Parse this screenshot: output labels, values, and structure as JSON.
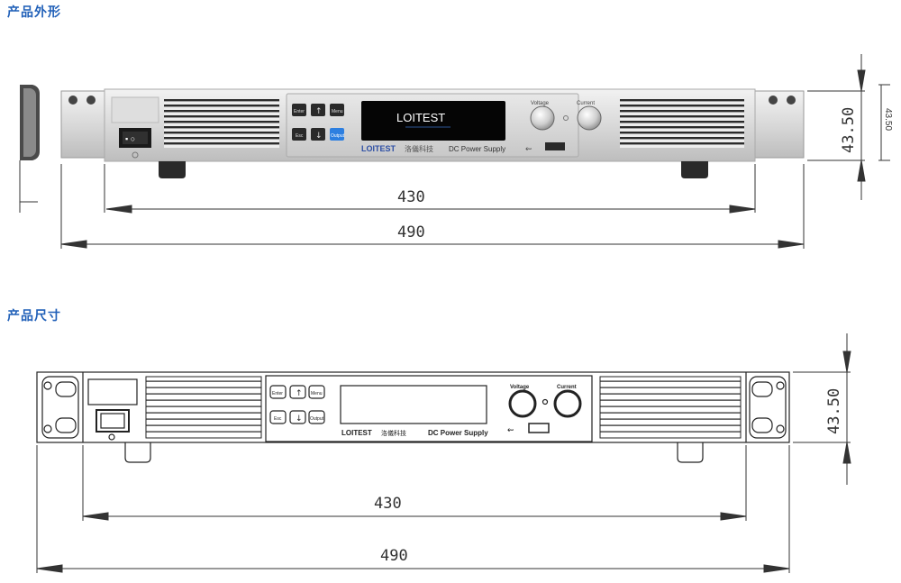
{
  "section_top": {
    "title": "产品外形"
  },
  "section_bottom": {
    "title": "产品尺寸"
  },
  "photo": {
    "brand": "LOITEST",
    "brand_cn": "洛儀科技",
    "model_text": "DC Power Supply",
    "display_text": "LOITEST",
    "knob_labels": [
      "Voltage",
      "Current"
    ],
    "buttons": [
      "Enter",
      "Menu",
      "Esc",
      "Output"
    ],
    "dims": {
      "inner_width": "430",
      "outer_width": "490",
      "height": "43.50",
      "side_height": "43.50"
    }
  },
  "drawing": {
    "brand": "LOITEST",
    "brand_cn": "洛儀科技",
    "model_text": "DC Power Supply",
    "knob_labels": [
      "Voltage",
      "Current"
    ],
    "buttons": [
      "Enter",
      "Menu",
      "Esc",
      "Output"
    ],
    "dims": {
      "inner_width": "430",
      "outer_width": "490",
      "height": "43.50"
    }
  },
  "colors": {
    "heading": "#1f5fb8",
    "line": "#222222",
    "panel_blue": "#2d7fe0"
  }
}
